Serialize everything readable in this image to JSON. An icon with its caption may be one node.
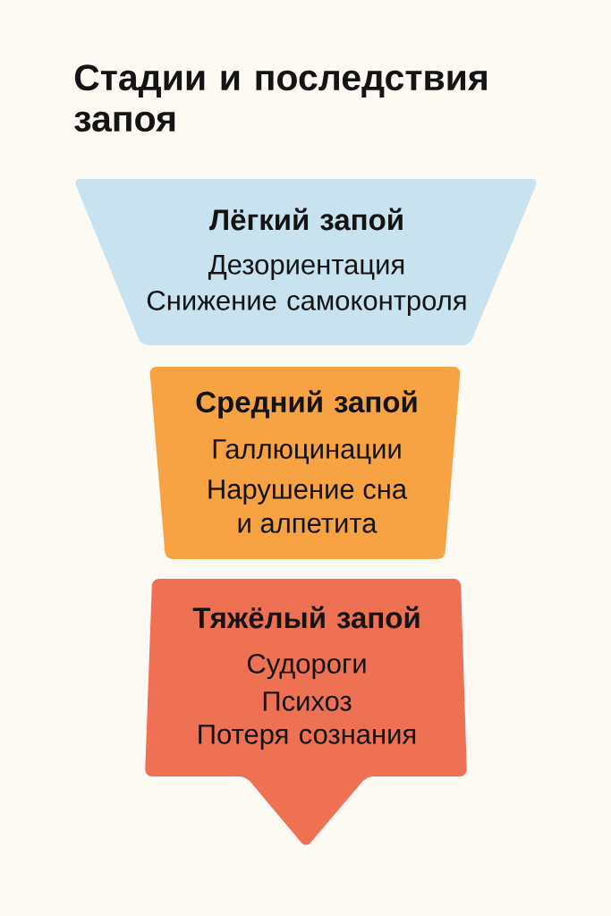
{
  "diagram": {
    "title": "Стадии и последствия запоя",
    "nodes": [
      {
        "text": [
          "Лёгкий запой",
          "Дезориентация",
          "Снижение самоконтроля"
        ]
      },
      {
        "text": [
          "Средний запой",
          "Галлюцинации",
          "Нарушение сна и алпетита"
        ]
      },
      {
        "text": [
          "Тяжёлый запой",
          "Судороги",
          "Психоз",
          "Потеря сознания"
        ]
      }
    ]
  }
}
